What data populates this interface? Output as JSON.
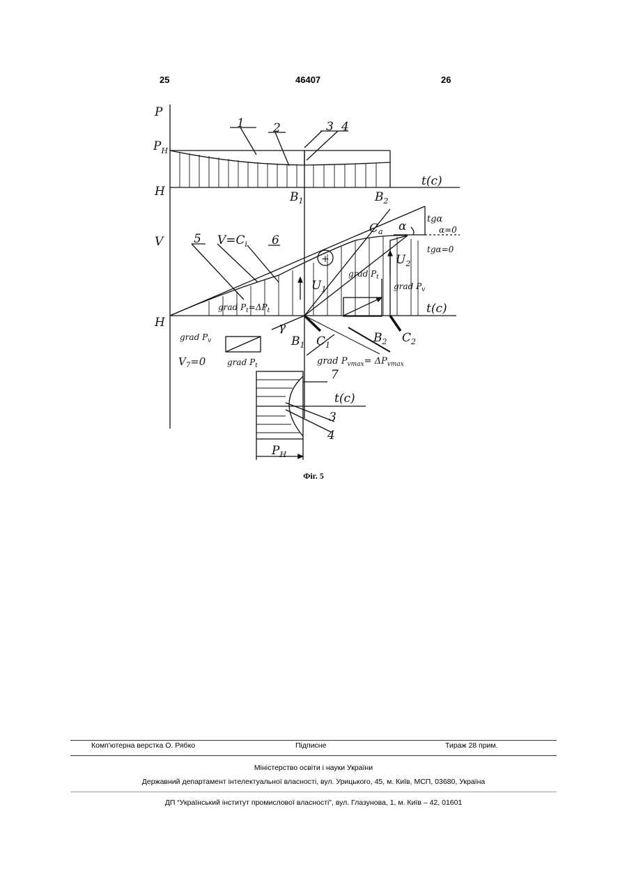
{
  "header": {
    "left": "25",
    "center": "46407",
    "right": "26"
  },
  "figure": {
    "labels": {
      "p_axis": "P",
      "p_h": "P",
      "p_h_sub": "H",
      "h_top": "H",
      "h_mid": "H",
      "v_axis": "V",
      "t_top": "t(c)",
      "t_mid": "t(c)",
      "t_bottom": "t(c)",
      "b1_top": "B",
      "b1_top_sub": "1",
      "b2_top": "B",
      "b2_top_sub": "2",
      "n1": "1",
      "n2": "2",
      "n3": "3",
      "n4": "4",
      "n5": "5",
      "n6": "6",
      "n7": "7",
      "n3_bottom": "3",
      "n4_bottom": "4",
      "v_ci": "V=C",
      "v_ci_sub": "i",
      "c_a": "C",
      "c_a_sub": "a",
      "alpha": "α",
      "tg_alpha": "tgα",
      "alpha_zero": "α=0",
      "tg_alpha_zero": "tgα=0",
      "u1": "U",
      "u1_sub": "1",
      "u2": "U",
      "u2_sub": "2",
      "plus": "+",
      "grad_pt_top": "grad P",
      "grad_pt_top_sub": "t",
      "grad_pv_right": "grad P",
      "grad_pv_right_sub": "v",
      "grad_eq": "grad P",
      "grad_eq_sub": "t",
      "grad_eq_rest": "=ΔP",
      "grad_eq_rest_sub": "t",
      "gamma": "γ",
      "b1_mid": "B",
      "b1_mid_sub": "1",
      "c1": "C",
      "c1_sub": "1",
      "b2_mid": "B",
      "b2_mid_sub": "2",
      "c2": "C",
      "c2_sub": "2",
      "grad_pv_left": "grad P",
      "grad_pv_left_sub": "v",
      "grad_pt_left": "grad P",
      "grad_pt_left_sub": "t",
      "v7": "V",
      "v7_sub": "7",
      "v7_rest": "=0",
      "grad_max": "grad P",
      "grad_max_sub": "vmax",
      "grad_max_rest": "= ΔP",
      "grad_max_rest_sub": "vmax",
      "p_h_bottom": "P",
      "p_h_bottom_sub": "H"
    },
    "caption": "Фіг. 5"
  },
  "footer": {
    "line1_left": "Комп'ютерна верстка О. Рябко",
    "line1_center": "Підписне",
    "line1_right": "Тираж 28 прим.",
    "ministry": "Міністерство освіти і науки України",
    "department": "Державний департамент інтелектуальної власності, вул. Урицького, 45, м. Київ, МСП, 03680, Україна",
    "institute": "ДП “Український інститут промислової власності”, вул. Глазунова, 1, м. Київ – 42, 01601"
  }
}
